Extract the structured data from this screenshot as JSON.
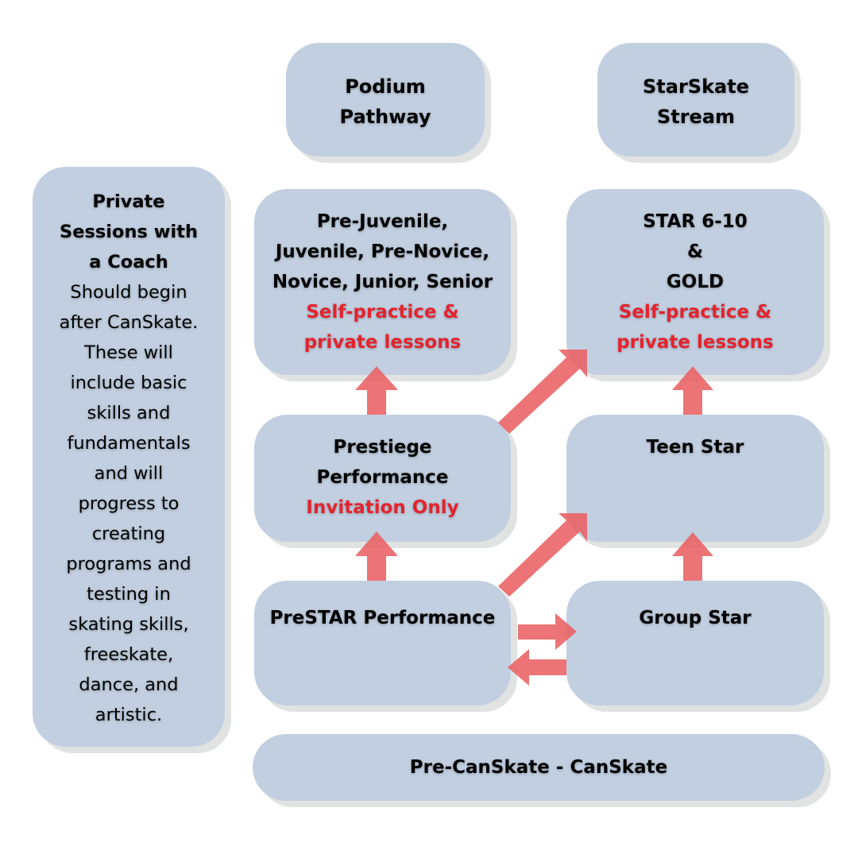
{
  "headers": {
    "podium": [
      "Podium",
      "Pathway"
    ],
    "starskate": [
      "StarSkate",
      "Stream"
    ]
  },
  "private_sessions": {
    "title": [
      "Private",
      "Sessions with",
      "a Coach"
    ],
    "body": [
      "Should begin",
      "after CanSkate.",
      "These will",
      "include basic",
      "skills and",
      "fundamentals",
      "and will",
      "progress to",
      "creating",
      "programs and",
      "testing in",
      "skating skills,",
      "freeskate,",
      "dance, and",
      "artistic."
    ]
  },
  "podium_levels": {
    "title": [
      "Pre-Juvenile,",
      "Juvenile, Pre-Novice,",
      "Novice, Junior, Senior"
    ],
    "note": [
      "Self-practice &",
      "private lessons"
    ]
  },
  "star_levels": {
    "title": [
      "STAR 6-10",
      "&",
      "GOLD"
    ],
    "note": [
      "Self-practice &",
      "private lessons"
    ]
  },
  "prestiege": {
    "title": [
      "Prestiege",
      "Performance"
    ],
    "note": "Invitation Only"
  },
  "teen_star": {
    "title": "Teen Star"
  },
  "prestar": {
    "title": "PreSTAR Performance"
  },
  "group_star": {
    "title": "Group Star"
  },
  "canskate": {
    "title": "Pre-CanSkate - CanSkate"
  },
  "colors": {
    "box_fill": "#c1cfe0",
    "box_shadow": "#e1e3e2",
    "accent_red": "#e4232e",
    "arrow": "#e96163"
  },
  "connections": [
    {
      "from": "PreSTAR Performance",
      "to": "Prestiege Performance"
    },
    {
      "from": "Prestiege Performance",
      "to": "Pre-Juvenile to Senior"
    },
    {
      "from": "Prestiege Performance",
      "to": "STAR 6-10 & GOLD"
    },
    {
      "from": "PreSTAR Performance",
      "to": "Teen Star"
    },
    {
      "from": "PreSTAR Performance",
      "to": "Group Star"
    },
    {
      "from": "Group Star",
      "to": "PreSTAR Performance"
    },
    {
      "from": "Group Star",
      "to": "Teen Star"
    },
    {
      "from": "Teen Star",
      "to": "STAR 6-10 & GOLD"
    }
  ]
}
